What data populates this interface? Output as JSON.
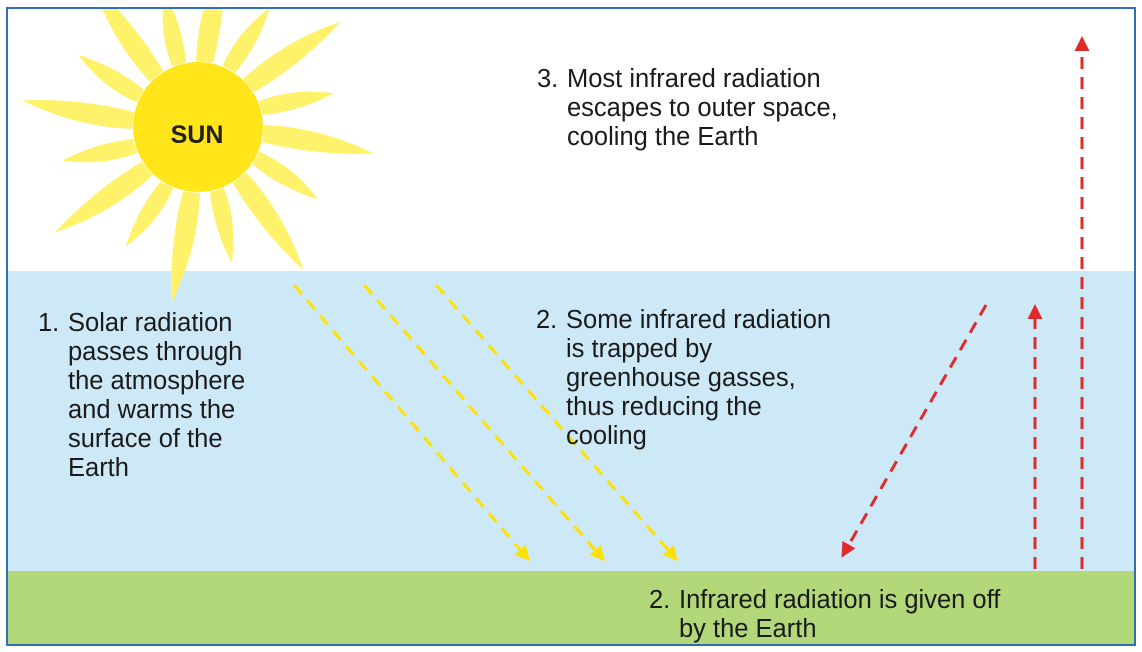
{
  "sun": {
    "label": "SUN",
    "color": "#ffe51a",
    "ray_color": "#fff26b"
  },
  "zones": {
    "space": "#ffffff",
    "atmosphere": "#cde9f8",
    "ground": "#b2d87a"
  },
  "frame_color": "#2f6fb5",
  "arrows": {
    "solar": "#ffe100",
    "infrared": "#e02a2a"
  },
  "captions": {
    "solar": {
      "number": "1.",
      "lines": [
        "Solar radiation",
        "passes through",
        "the atmosphere",
        "and warms the",
        "surface of the",
        "Earth"
      ]
    },
    "trapped": {
      "number": "2.",
      "lines": [
        "Some infrared radiation",
        "is trapped by",
        "greenhouse gasses,",
        "thus reducing the",
        "cooling"
      ]
    },
    "escape": {
      "number": "3.",
      "lines": [
        "Most infrared radiation",
        "escapes to outer space,",
        "cooling the Earth"
      ]
    },
    "given_off": {
      "number": "2.",
      "lines": [
        "Infrared radiation is given off",
        "by the Earth"
      ]
    }
  }
}
